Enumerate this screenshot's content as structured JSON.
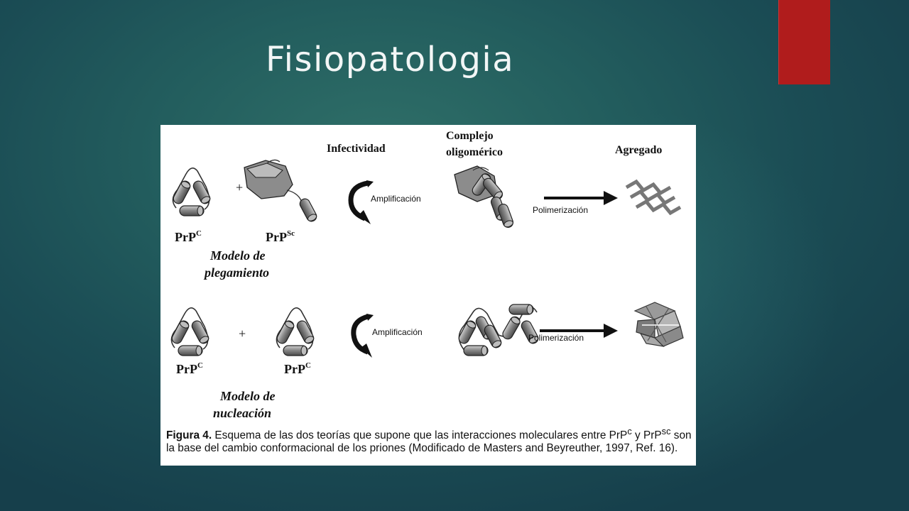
{
  "slide": {
    "title": "Fisiopatologia",
    "accent_color": "#b01c1c"
  },
  "figure": {
    "headers": {
      "infectividad": "Infectividad",
      "complejo_1": "Complejo",
      "complejo_2": "oligomérico",
      "agregado": "Agregado"
    },
    "top_row": {
      "label_left_base": "PrP",
      "label_left_sup": "C",
      "label_right_base": "PrP",
      "label_right_sup": "Sc",
      "plus": "+",
      "amplificacion": "Amplificación",
      "polimerizacion": "Polimerización",
      "model_line1": "Modelo de",
      "model_line2": "plegamiento"
    },
    "bottom_row": {
      "label_left_base": "PrP",
      "label_left_sup": "C",
      "label_right_base": "PrP",
      "label_right_sup": "C",
      "plus": "+",
      "amplificacion": "Amplificación",
      "polimerizacion": "Polimerización",
      "model_line1": "Modelo de",
      "model_line2": "nucleación"
    },
    "caption": {
      "label": "Figura 4.",
      "text": " Esquema de las dos teorías que supone que las interacciones moleculares entre PrP",
      "sup1": "c",
      "mid": " y PrP",
      "sup2": "sc",
      "rest": " son la base del cambio conformacional de los priones (Modificado de Masters and Beyreuther, 1997, Ref. 16)."
    }
  }
}
